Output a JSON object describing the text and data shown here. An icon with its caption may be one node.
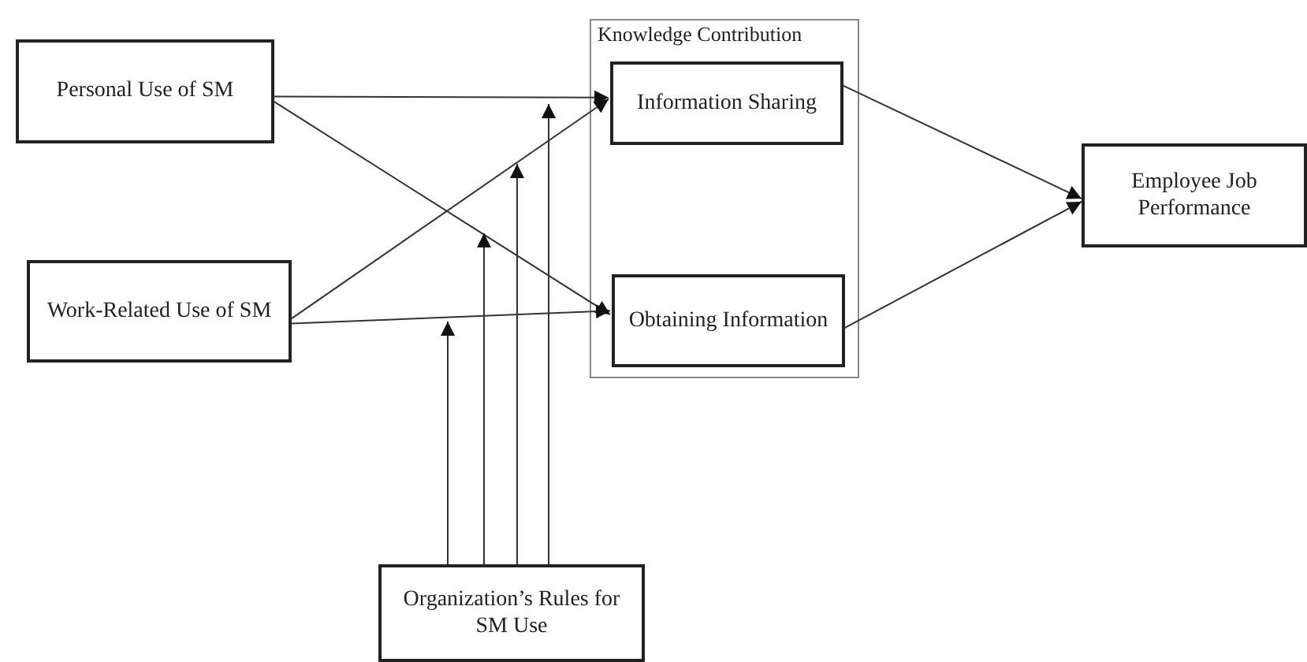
{
  "diagram": {
    "nodes": [
      {
        "text": [
          "Personal Use of SM"
        ]
      },
      {
        "text": [
          "Work-Related Use of SM"
        ]
      },
      {
        "text": [
          "Knowledge Contribution"
        ]
      },
      {
        "text": [
          "Information Sharing"
        ],
        "in": 2
      },
      {
        "text": [
          "Obtaining Information"
        ],
        "in": 2
      },
      {
        "text": [
          "Employee Job Performance"
        ]
      },
      {
        "text": [
          "Organization’s Rules for SM Use"
        ]
      }
    ],
    "edges": [
      {
        "from": 0,
        "to": 3,
        "arrow": "to"
      },
      {
        "from": 0,
        "to": 4,
        "arrow": "to"
      },
      {
        "from": 1,
        "to": 3,
        "arrow": "to"
      },
      {
        "from": 1,
        "to": 4,
        "arrow": "to"
      },
      {
        "from": 3,
        "to": 5,
        "arrow": "to"
      },
      {
        "from": 4,
        "to": 5,
        "arrow": "to"
      },
      {
        "from": 6,
        "to": null,
        "arrow": "to"
      },
      {
        "from": 6,
        "to": null,
        "arrow": "to"
      },
      {
        "from": 6,
        "to": null,
        "arrow": "to"
      },
      {
        "from": 6,
        "to": null,
        "arrow": "to"
      }
    ]
  }
}
